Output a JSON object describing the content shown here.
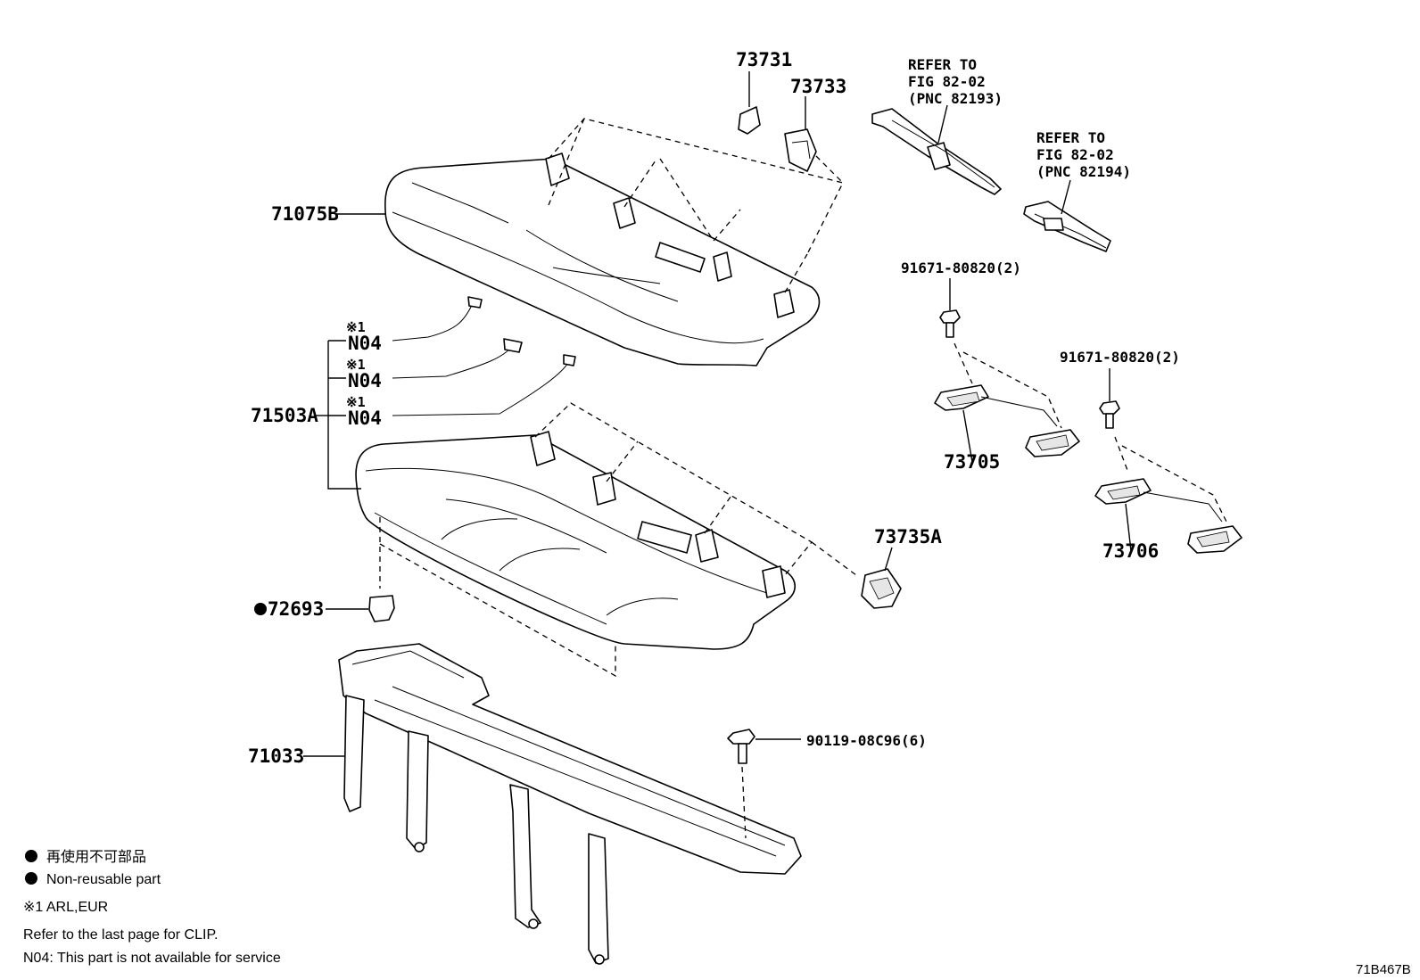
{
  "diagram": {
    "parts": {
      "p73731": "73731",
      "p73733": "73733",
      "p71075B": "71075B",
      "p71503A": "71503A",
      "p72693": "72693",
      "p71033": "71033",
      "p73735A": "73735A",
      "p73705": "73705",
      "p73706": "73706",
      "bolt1": "91671-80820(2)",
      "bolt2": "91671-80820(2)",
      "bolt3": "90119-08C96(6)"
    },
    "n04_labels": [
      "N04",
      "N04",
      "N04"
    ],
    "n04_notes": [
      "※1",
      "※1",
      "※1"
    ],
    "refer_a": [
      "REFER TO",
      "FIG 82-02",
      "(PNC 82193)"
    ],
    "refer_b": [
      "REFER TO",
      "FIG 82-02",
      "(PNC 82194)"
    ]
  },
  "legend": {
    "line1": "再使用不可部品",
    "line2": "Non-reusable part",
    "line3": "※1 ARL,EUR",
    "line4": "Refer to the last page for CLIP.",
    "line5": "N04: This part is not available for service"
  },
  "figure_id": "71B467B"
}
